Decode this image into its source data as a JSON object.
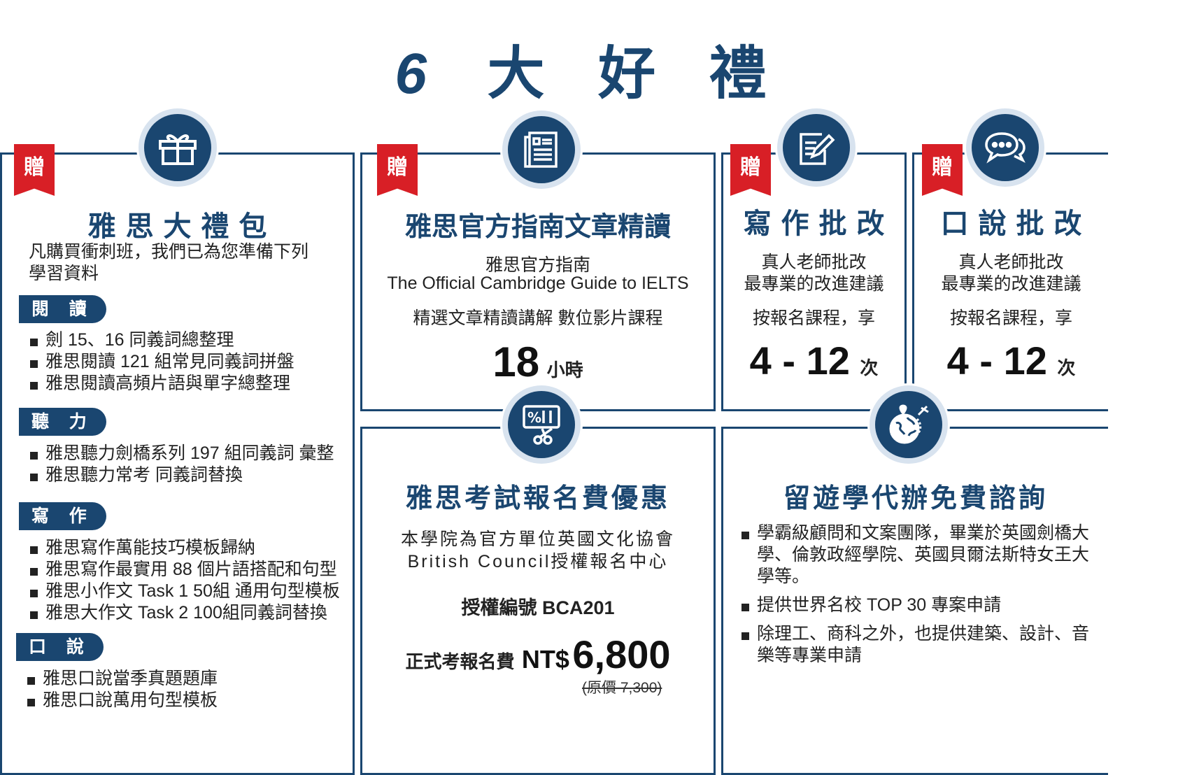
{
  "page": {
    "title_num": "6",
    "title_text": "大 好 禮"
  },
  "ribbon_label": "贈",
  "colors": {
    "navy": "#1a4670",
    "red": "#d81f26",
    "halo": "#d8e3ef"
  },
  "cards": {
    "gift_pack": {
      "icon": "gift-icon",
      "title": "雅 思 大 禮 包",
      "intro": "凡購買衝刺班，我們已為您準備下列學習資料",
      "sections": [
        {
          "label": "閱 讀",
          "items": [
            "劍 15、16 同義詞總整理",
            "雅思閱讀 121 組常見同義詞拼盤",
            "雅思閱讀高頻片語與單字總整理"
          ]
        },
        {
          "label": "聽 力",
          "items": [
            "雅思聽力劍橋系列 197 組同義詞 彙整",
            "雅思聽力常考 同義詞替換"
          ]
        },
        {
          "label": "寫 作",
          "items": [
            "雅思寫作萬能技巧模板歸納",
            "雅思寫作最實用 88 個片語搭配和句型",
            "雅思小作文 Task 1 50組 通用句型模板",
            "雅思大作文 Task 2 100組同義詞替換"
          ]
        },
        {
          "label": "口 說",
          "items": [
            "雅思口說當季真題題庫",
            "雅思口說萬用句型模板"
          ]
        }
      ]
    },
    "official_guide": {
      "icon": "document-icon",
      "title": "雅思官方指南文章精讀",
      "line1": "雅思官方指南",
      "line2": "The Official Cambridge Guide to IELTS",
      "line3": "精選文章精讀講解 數位影片課程",
      "big_value": "18",
      "big_unit": "小時"
    },
    "writing": {
      "icon": "edit-icon",
      "title": "寫 作 批 改",
      "line1": "真人老師批改",
      "line2": "最專業的改進建議",
      "line3": "按報名課程，享",
      "big_value": "4 - 12",
      "big_unit": "次"
    },
    "speaking": {
      "icon": "chat-icon",
      "title": "口 說 批 改",
      "line1": "真人老師批改",
      "line2": "最專業的改進建議",
      "line3": "按報名課程，享",
      "big_value": "4 - 12",
      "big_unit": "次"
    },
    "exam_fee": {
      "icon": "discount-icon",
      "title": "雅思考試報名費優惠",
      "line1": "本學院為官方單位英國文化協會",
      "line2": "British  Council授權報名中心",
      "auth_no": "授權編號 BCA201",
      "price_label": "正式考報名費",
      "price_currency": "NT$",
      "price_value": "6,800",
      "original_price": "(原價 7,300)"
    },
    "study_abroad": {
      "icon": "globe-travel-icon",
      "title": "留遊學代辦免費諮詢",
      "items": [
        "學霸級顧問和文案團隊，畢業於英國劍橋大學、倫敦政經學院、英國貝爾法斯特女王大學等。",
        "提供世界名校 TOP 30 專案申請",
        "除理工、商科之外，也提供建築、設計、音樂等專業申請"
      ]
    }
  }
}
